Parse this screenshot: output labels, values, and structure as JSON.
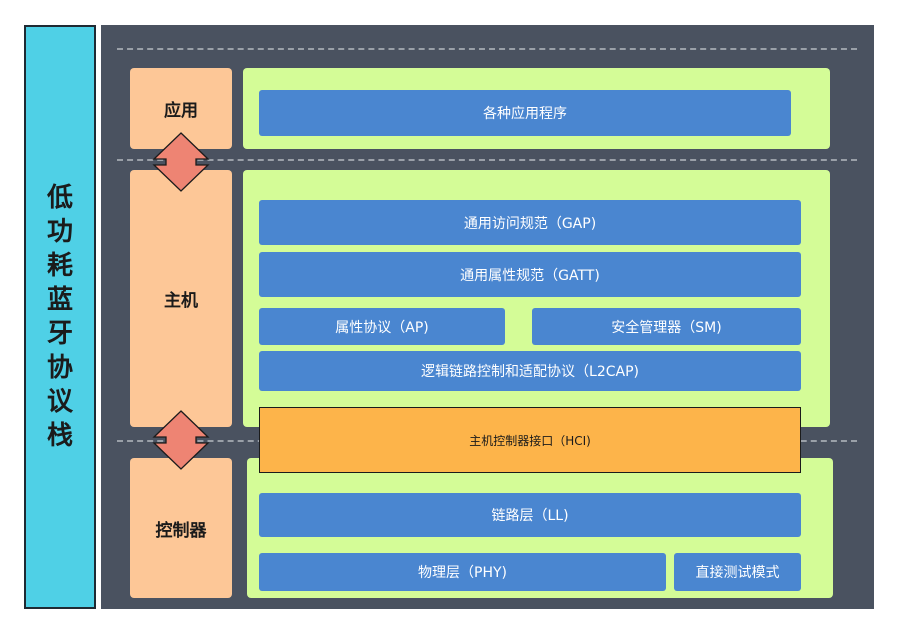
{
  "side_title": "低功耗蓝牙协议栈",
  "layers": {
    "app": "应用",
    "host": "主机",
    "controller": "控制器"
  },
  "blocks": {
    "apps": "各种应用程序",
    "gap": "通用访问规范（GAP)",
    "gatt": "通用属性规范（GATT)",
    "att": "属性协议（AP)",
    "sm": "安全管理器（SM)",
    "l2cap": "逻辑链路控制和适配协议（L2CAP)",
    "hci": "主机控制器接口（HCI)",
    "ll": "链路层（LL)",
    "phy": "物理层（PHY)",
    "dtm": "直接测试模式"
  },
  "colors": {
    "side_title_bg": "#4fd0e6",
    "panel_bg": "#4a5260",
    "layer_bg": "#fdc797",
    "group_bg": "#d4fc97",
    "block_bg": "#4a86d0",
    "hci_bg": "#fdb44a",
    "arrow": "#ee8473"
  }
}
